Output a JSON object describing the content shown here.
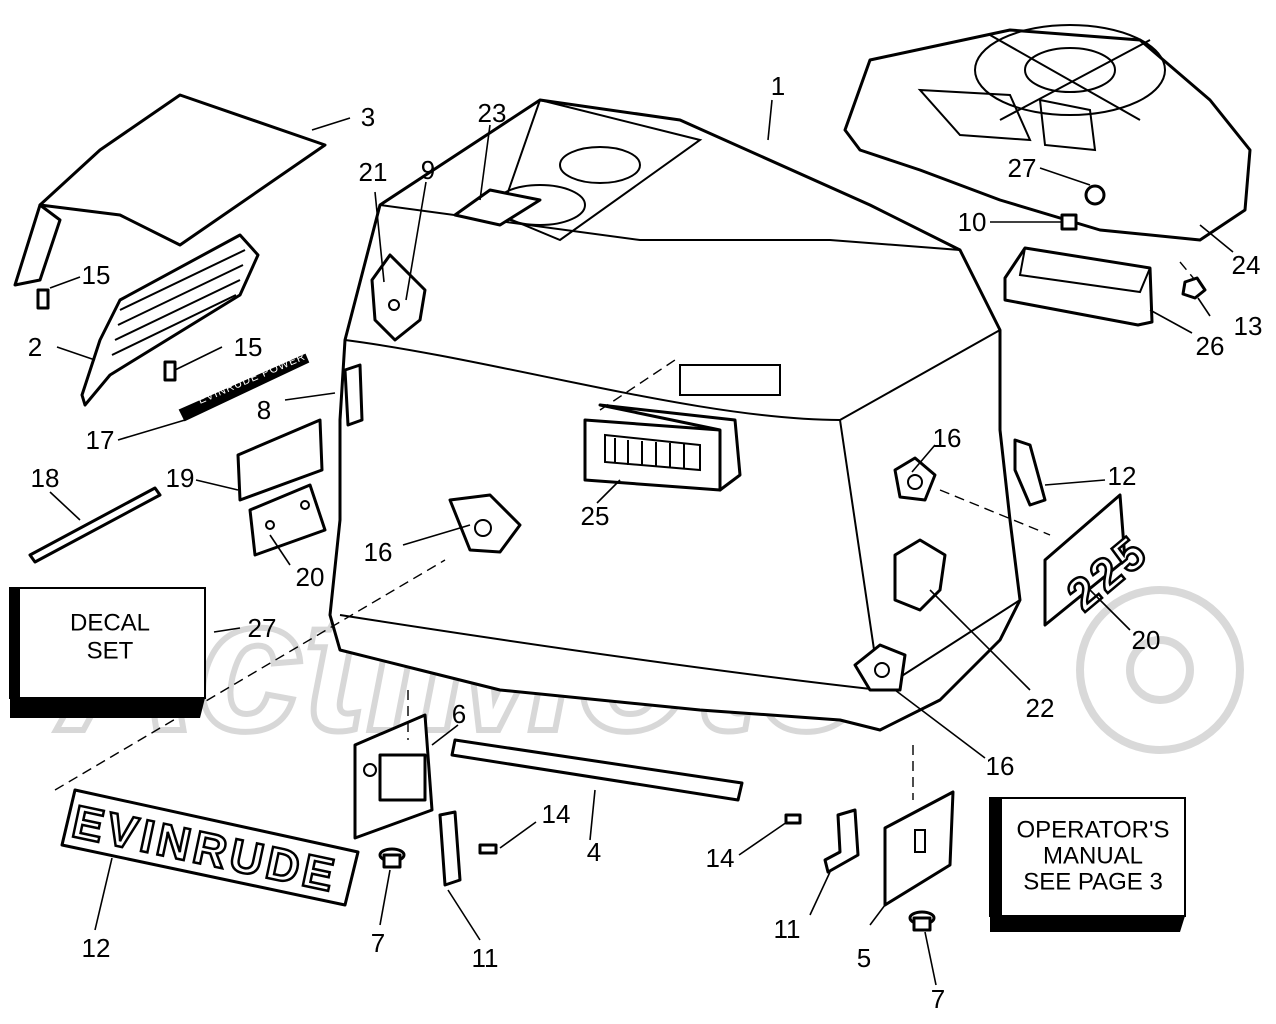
{
  "diagram": {
    "callouts": [
      {
        "id": "c1",
        "text": "1"
      },
      {
        "id": "c2",
        "text": "2"
      },
      {
        "id": "c3",
        "text": "3"
      },
      {
        "id": "c4",
        "text": "4"
      },
      {
        "id": "c5",
        "text": "5"
      },
      {
        "id": "c6",
        "text": "6"
      },
      {
        "id": "c7a",
        "text": "7"
      },
      {
        "id": "c7b",
        "text": "7"
      },
      {
        "id": "c8",
        "text": "8"
      },
      {
        "id": "c9",
        "text": "9"
      },
      {
        "id": "c10",
        "text": "10"
      },
      {
        "id": "c11a",
        "text": "11"
      },
      {
        "id": "c11b",
        "text": "11"
      },
      {
        "id": "c12a",
        "text": "12"
      },
      {
        "id": "c12b",
        "text": "12"
      },
      {
        "id": "c13",
        "text": "13"
      },
      {
        "id": "c14a",
        "text": "14"
      },
      {
        "id": "c14b",
        "text": "14"
      },
      {
        "id": "c15a",
        "text": "15"
      },
      {
        "id": "c15b",
        "text": "15"
      },
      {
        "id": "c16a",
        "text": "16"
      },
      {
        "id": "c16b",
        "text": "16"
      },
      {
        "id": "c16c",
        "text": "16"
      },
      {
        "id": "c17",
        "text": "17"
      },
      {
        "id": "c18",
        "text": "18"
      },
      {
        "id": "c19",
        "text": "19"
      },
      {
        "id": "c20a",
        "text": "20"
      },
      {
        "id": "c20b",
        "text": "20"
      },
      {
        "id": "c21",
        "text": "21"
      },
      {
        "id": "c22",
        "text": "22"
      },
      {
        "id": "c23",
        "text": "23"
      },
      {
        "id": "c24",
        "text": "24"
      },
      {
        "id": "c25",
        "text": "25"
      },
      {
        "id": "c26",
        "text": "26"
      },
      {
        "id": "c27a",
        "text": "27"
      },
      {
        "id": "c27b",
        "text": "27"
      }
    ],
    "decal_box": {
      "line1": "DECAL",
      "line2": "SET"
    },
    "manual_box": {
      "line1": "OPERATOR'S",
      "line2": "MANUAL",
      "line3": "SEE PAGE 3"
    },
    "evinrude_decal": "EVINRUDE",
    "model_decal": "225",
    "stripe_decal": "EVINRUDE POWER",
    "watermark": "ActiMoto"
  }
}
